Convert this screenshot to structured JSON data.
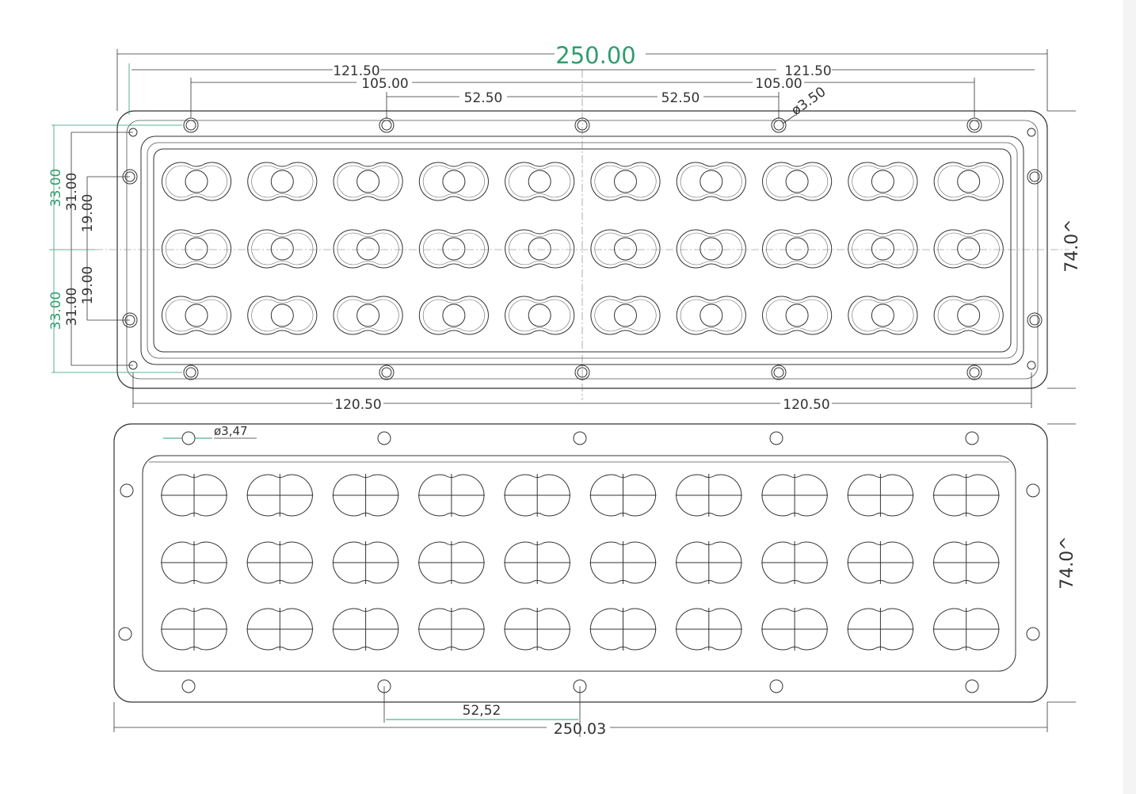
{
  "top_view": {
    "dimensions": {
      "overall_width": "250.00",
      "left_half_width": "121.50",
      "right_half_width": "121.50",
      "left_hole_span": "105.00",
      "right_hole_span": "105.00",
      "left_inner_span": "52.50",
      "right_inner_span": "52.50",
      "hole_diameter": "ø3.50",
      "bottom_left_span": "120.50",
      "bottom_right_span": "120.50",
      "left_upper_outer": "33.00",
      "left_lower_outer": "33.00",
      "left_upper_mid": "31.00",
      "left_lower_mid": "31.00",
      "left_upper_inner": "19.00",
      "left_lower_inner": "19.00",
      "height": "74.0^"
    },
    "lens_grid": {
      "rows": 3,
      "columns": 10
    }
  },
  "bottom_view": {
    "dimensions": {
      "hole_diameter": "ø3,47",
      "hole_pitch": "52,52",
      "overall_width": "250.03",
      "height": "74.0^"
    },
    "lens_grid": {
      "rows": 3,
      "columns": 10
    }
  },
  "colors": {
    "line": "#333333",
    "accent": "#2e9e6e"
  }
}
